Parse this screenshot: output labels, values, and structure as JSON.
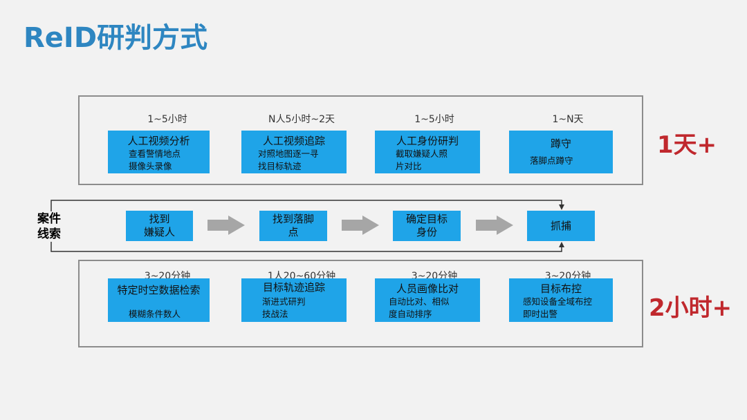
{
  "title": "ReID研判方式",
  "top_panel": {
    "items": [
      {
        "duration": "1~5小时",
        "title": "人工视频分析",
        "desc": "查看警情地点\n摄像头录像"
      },
      {
        "duration": "N人5小时~2天",
        "title": "人工视频追踪",
        "desc": "对照地图逐一寻\n找目标轨迹"
      },
      {
        "duration": "1~5小时",
        "title": "人工身份研判",
        "desc": "截取嫌疑人照\n片对比"
      },
      {
        "duration": "1~N天",
        "title": "蹲守",
        "desc": "落脚点蹲守"
      }
    ],
    "total": "1天+"
  },
  "middle": {
    "clue_label": "案件\n线索",
    "steps": [
      "找到\n嫌疑人",
      "找到落脚\n点",
      "确定目标\n身份",
      "抓捕"
    ]
  },
  "bottom_panel": {
    "items": [
      {
        "duration": "3~20分钟",
        "title": "特定时空数据检索",
        "desc": "模糊条件数人"
      },
      {
        "duration": "1人20~60分钟",
        "title": "目标轨迹追踪",
        "desc": "渐进式研判\n技战法"
      },
      {
        "duration": "3~20分钟",
        "title": "人员画像比对",
        "desc": "自动比对、相似\n度自动排序"
      },
      {
        "duration": "3~20分钟",
        "title": "目标布控",
        "desc": "感知设备全域布控\n即时出警"
      }
    ],
    "total": "2小时+"
  },
  "colors": {
    "box": "#1fa4e8",
    "title": "#2e86c1",
    "tag": "#c0282d",
    "arrow": "#a6a6a6",
    "border": "#8c8c8c"
  }
}
